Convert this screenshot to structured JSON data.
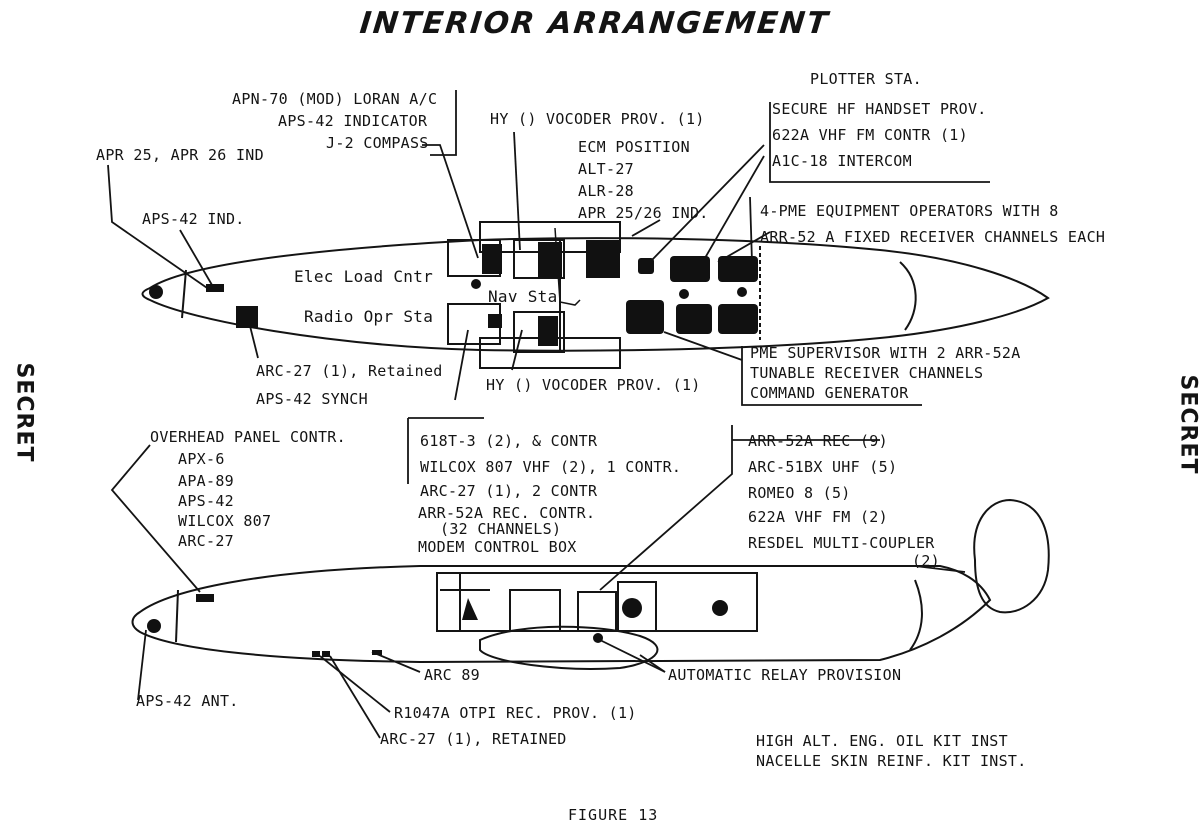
{
  "title": "INTERIOR ARRANGEMENT",
  "classification": "SECRET",
  "figure_caption": "FIGURE 13",
  "top_view": {
    "plotter_sta": "PLOTTER STA.",
    "plotter_items": [
      "SECURE HF HANDSET PROV.",
      "622A VHF FM CONTR (1)",
      "A1C-18 INTERCOM"
    ],
    "apn_group": [
      "APN-70 (MOD) LORAN A/C",
      "APS-42 INDICATOR",
      "J-2 COMPASS"
    ],
    "apr_ind": "APR 25, APR 26 IND",
    "aps42_ind": "APS-42 IND.",
    "hy_vocoder_top": "HY () VOCODER PROV. (1)",
    "ecm_group": [
      "ECM POSITION",
      "ALT-27",
      "ALR-28",
      "APR 25/26 IND."
    ],
    "pme_group": [
      "4-PME EQUIPMENT OPERATORS WITH 8",
      "ARR-52 A FIXED RECEIVER CHANNELS EACH"
    ],
    "elec_load": "Elec Load Cntr",
    "nav_sta": "Nav Sta",
    "radio_opr": "Radio Opr Sta",
    "arc27_retained": "ARC-27 (1), Retained",
    "aps42_synch": "APS-42 SYNCH",
    "hy_vocoder_bottom": "HY () VOCODER PROV. (1)",
    "pme_supervisor": [
      "PME SUPERVISOR WITH 2 ARR-52A",
      "TUNABLE RECEIVER CHANNELS",
      "COMMAND GENERATOR"
    ]
  },
  "side_view": {
    "overhead": [
      "OVERHEAD PANEL CONTR.",
      "APX-6",
      "APA-89",
      "APS-42",
      "WILCOX 807",
      "ARC-27"
    ],
    "center_group": [
      "618T-3 (2), & CONTR",
      "WILCOX 807 VHF (2), 1 CONTR.",
      "ARC-27 (1), 2 CONTR",
      "ARR-52A REC. CONTR.",
      "(32 CHANNELS)",
      "MODEM CONTROL BOX"
    ],
    "right_group": [
      "ARR-52A REC (9)",
      "ARC-51BX UHF (5)",
      "ROMEO 8 (5)",
      "622A VHF FM (2)",
      "RESDEL MULTI-COUPLER",
      "(2)"
    ],
    "aps42_ant": "APS-42 ANT.",
    "arc89": "ARC 89",
    "relay": "AUTOMATIC RELAY PROVISION",
    "r1047a": "R1047A OTPI REC. PROV. (1)",
    "arc27_retained": "ARC-27 (1), RETAINED",
    "notes": [
      "HIGH ALT. ENG. OIL KIT INST",
      "NACELLE SKIN REINF. KIT INST."
    ]
  }
}
